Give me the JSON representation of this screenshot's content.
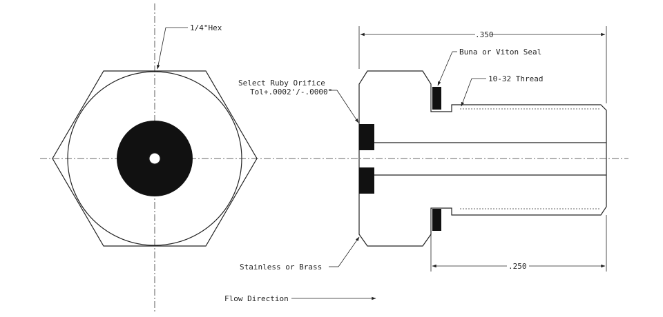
{
  "labels": {
    "hex": "1/4\"Hex",
    "orifice_line1": "Select Ruby Orifice",
    "orifice_line2": "Tol+.0002'/-.0000\"",
    "body_material": "Stainless or Brass",
    "flow": "Flow Direction",
    "seal": "Buna or Viton Seal",
    "thread": "10-32 Thread"
  },
  "dimensions": {
    "overall_length": ".350",
    "thread_length": ".250"
  },
  "colors": {
    "ink": "#222222",
    "fill": "#111111",
    "background": "#ffffff"
  }
}
